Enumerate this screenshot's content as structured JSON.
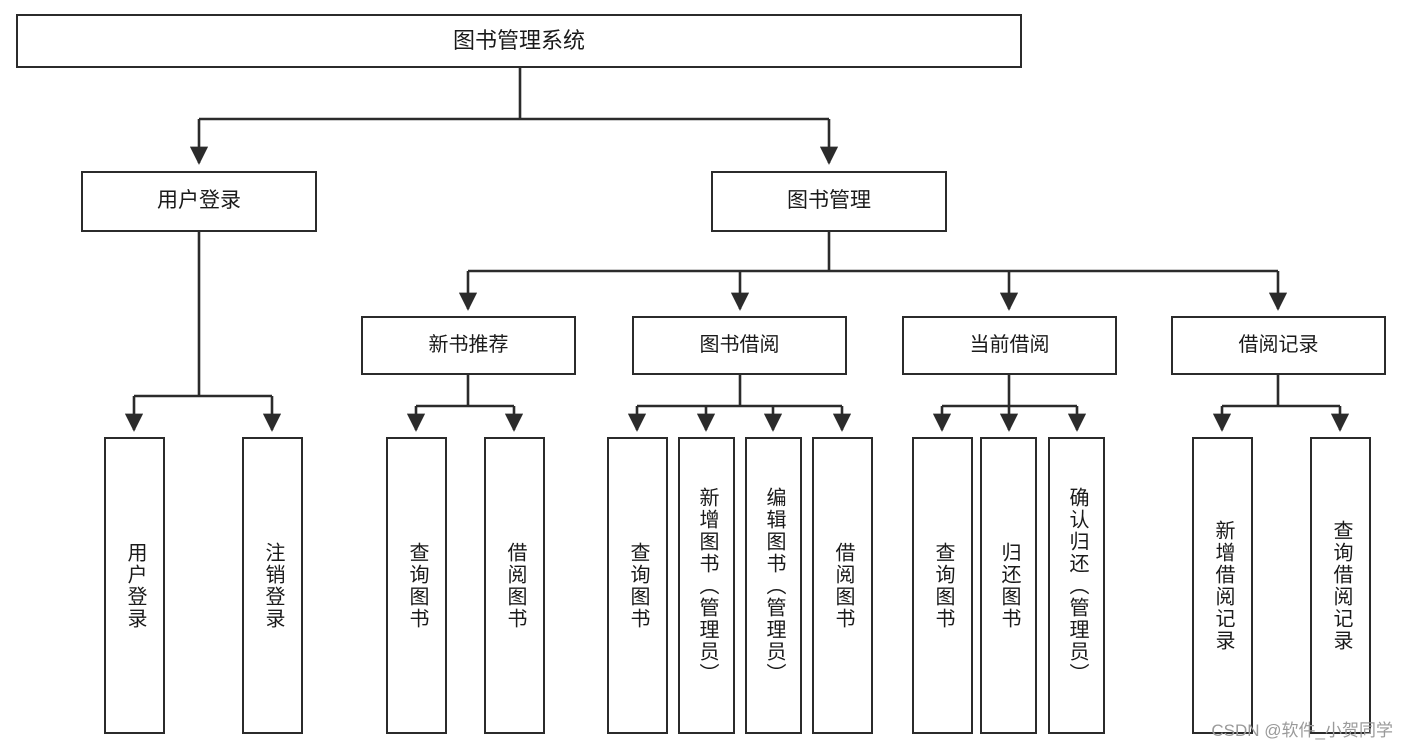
{
  "diagram": {
    "title": "图书管理系统",
    "type": "tree-hierarchy-chart",
    "orientation": "top-down",
    "box_border_color": "#2b2b2b",
    "box_fill_color": "#ffffff",
    "text_color": "#1a1a1a",
    "watermark": "CSDN @软件_小贺同学"
  },
  "nodes": {
    "root": {
      "label": "图书管理系统"
    },
    "level2": [
      {
        "label": "用户登录"
      },
      {
        "label": "图书管理"
      }
    ],
    "level3": [
      {
        "label": "新书推荐"
      },
      {
        "label": "图书借阅"
      },
      {
        "label": "当前借阅"
      },
      {
        "label": "借阅记录"
      }
    ],
    "leaves": {
      "user_login": [
        {
          "label": "用户登录"
        },
        {
          "label": "注销登录"
        }
      ],
      "new_book_recommend": [
        {
          "label": "查询图书"
        },
        {
          "label": "借阅图书"
        }
      ],
      "book_borrow": [
        {
          "label": "查询图书"
        },
        {
          "label": "新增图书（管理员）"
        },
        {
          "label": "编辑图书（管理员）"
        },
        {
          "label": "借阅图书"
        }
      ],
      "current_borrow": [
        {
          "label": "查询图书"
        },
        {
          "label": "归还图书"
        },
        {
          "label": "确认归还（管理员）"
        }
      ],
      "borrow_record": [
        {
          "label": "新增借阅记录"
        },
        {
          "label": "查询借阅记录"
        }
      ]
    }
  }
}
